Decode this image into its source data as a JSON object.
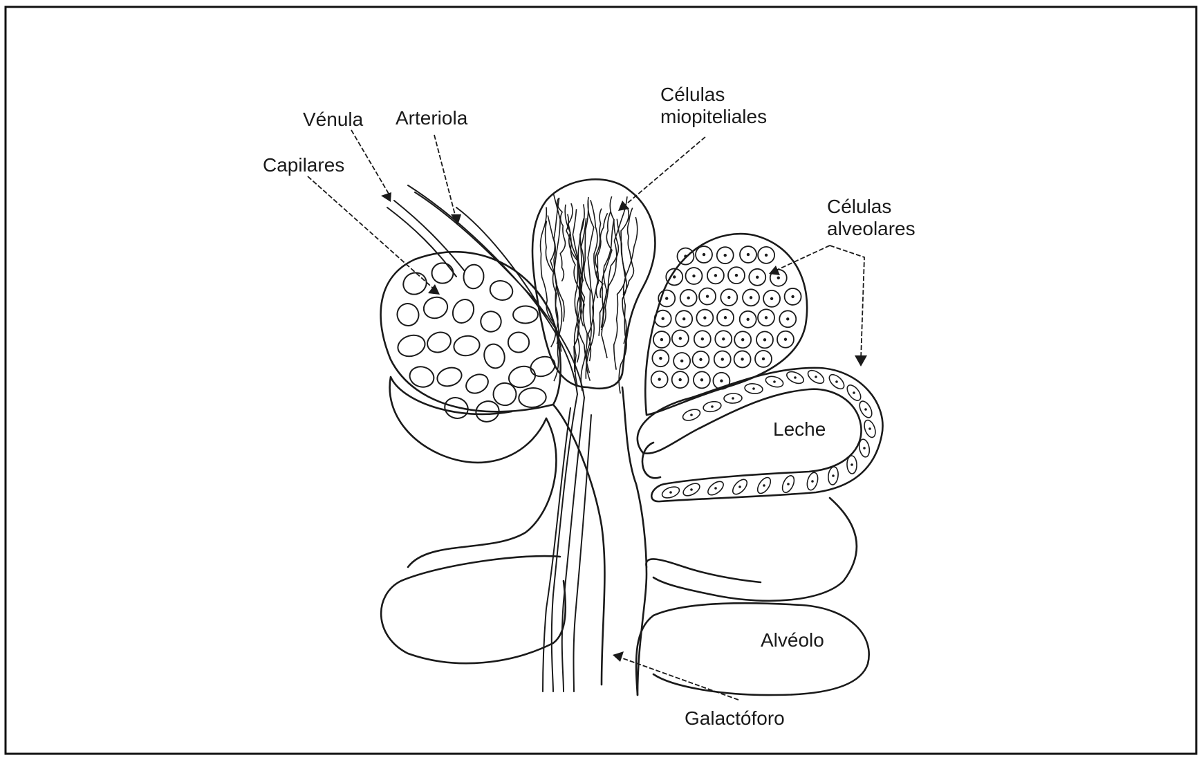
{
  "labels": {
    "venula": "Vénula",
    "arteriola": "Arteriola",
    "capilares": "Capilares",
    "celulas_mio_line1": "Células",
    "celulas_mio_line2": "miopiteliales",
    "celulas_alv_line1": "Células",
    "celulas_alv_line2": "alveolares",
    "leche": "Leche",
    "alveolo": "Alvéolo",
    "galactoforo": "Galactóforo"
  }
}
